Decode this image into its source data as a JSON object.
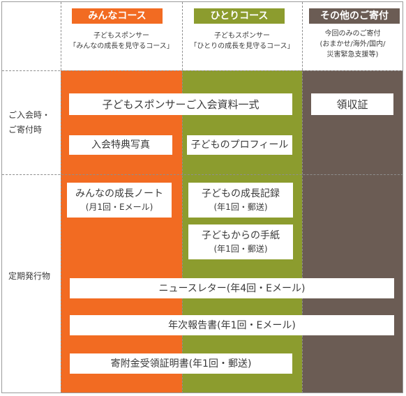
{
  "columns": [
    {
      "title": "みんなコース",
      "color": "#f26b22",
      "desc": [
        "子どもスポンサー",
        "「みんなの成長を見守るコース」"
      ]
    },
    {
      "title": "ひとりコース",
      "color": "#8c9c2e",
      "desc": [
        "子どもスポンサー",
        "「ひとりの成長を見守るコース」"
      ]
    },
    {
      "title": "その他のご寄付",
      "color": "#6b5c54",
      "desc": [
        "今回のみのご寄付",
        "(おまかせ/海外/国内/",
        "災害緊急支援等)"
      ]
    }
  ],
  "rows": {
    "joining": {
      "label_line1": "ご入会時・",
      "label_line2": "ご寄付時"
    },
    "periodic": {
      "label": "定期発行物"
    }
  },
  "items": {
    "welcome_kit": "子どもスポンサーご入会資料一式",
    "receipt": "領収証",
    "joining_photo": "入会特典写真",
    "child_profile": "子どものプロフィール",
    "everyone_note_title": "みんなの成長ノート",
    "everyone_note_sub": "(月1回・Eメール)",
    "child_record_title": "子どもの成長記録",
    "child_record_sub": "(年1回・郵送)",
    "child_letter_title": "子どもからの手紙",
    "child_letter_sub": "(年1回・郵送)",
    "newsletter": "ニュースレター(年4回・Eメール)",
    "annual_report": "年次報告書(年1回・Eメール)",
    "donation_certificate": "寄附金受領証明書(年1回・郵送)"
  }
}
